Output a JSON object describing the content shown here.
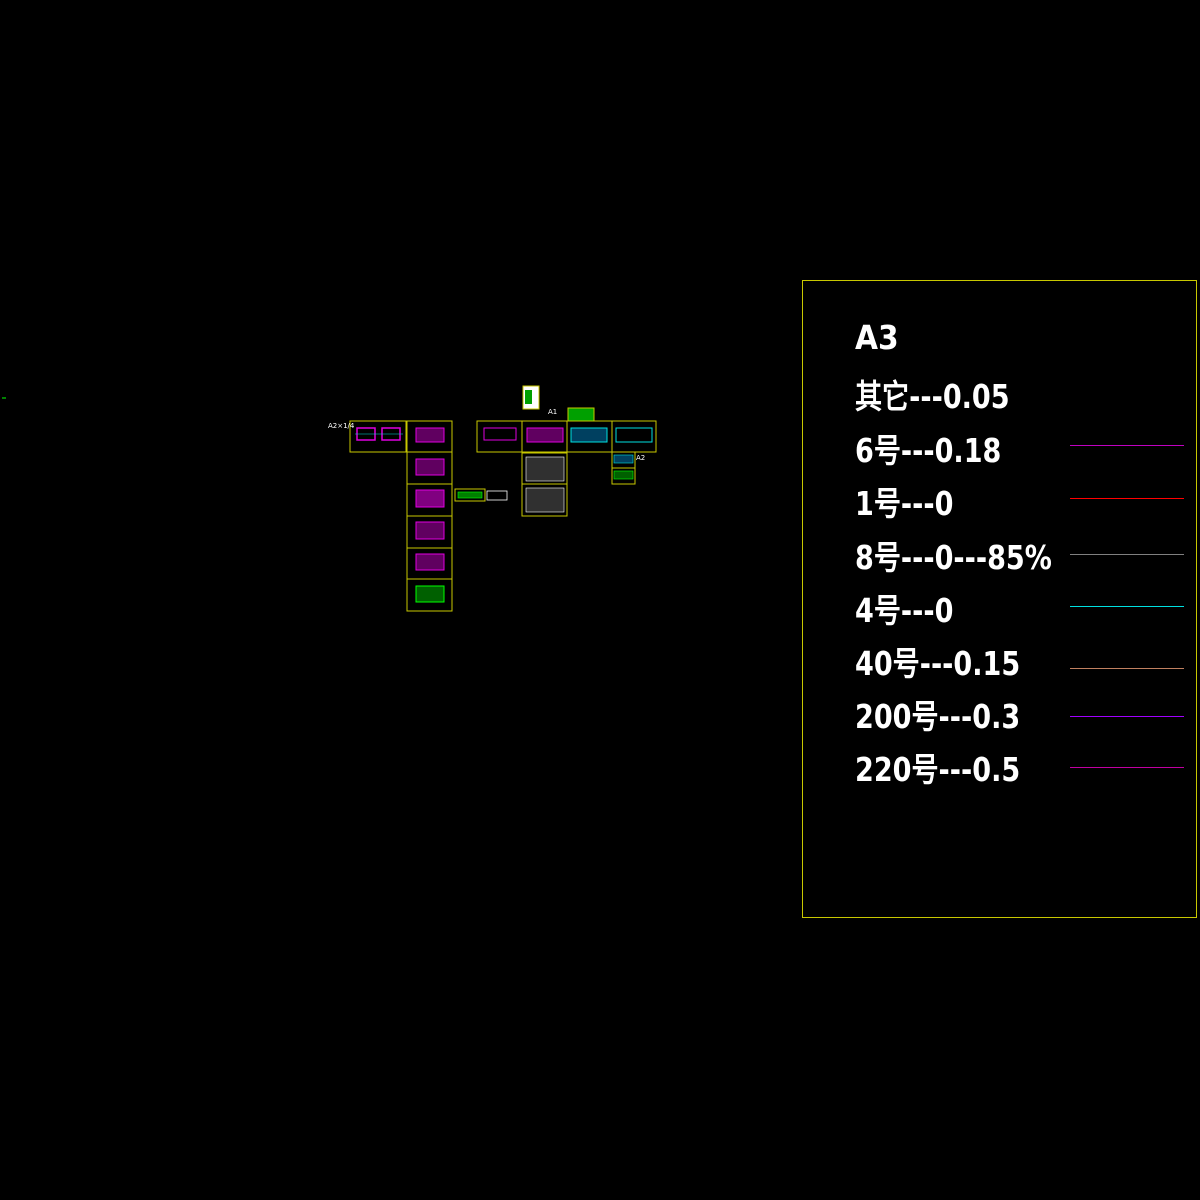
{
  "sheet_labels": {
    "a2x1": "A2×1/4",
    "a1": "A1",
    "a2": "A2"
  },
  "legend": {
    "title": "A3",
    "rows": [
      {
        "text": "其它---0.05",
        "color": ""
      },
      {
        "text": "6号---0.18",
        "color": "#c000c0"
      },
      {
        "text": "1号---0",
        "color": "#ff0000"
      },
      {
        "text": "8号---0---85%",
        "color": "#808080"
      },
      {
        "text": "4号---0",
        "color": "#00e0e0"
      },
      {
        "text": "40号---0.15",
        "color": "#c08060"
      },
      {
        "text": "200号---0.3",
        "color": "#a000ff"
      },
      {
        "text": "220号---0.5",
        "color": "#c000a0"
      }
    ]
  },
  "colors": {
    "frame": "#c8c800",
    "drawing_magenta": "#e000e0",
    "drawing_green": "#00ff00",
    "drawing_white": "#ffffff",
    "drawing_cyan": "#00e0e0"
  }
}
